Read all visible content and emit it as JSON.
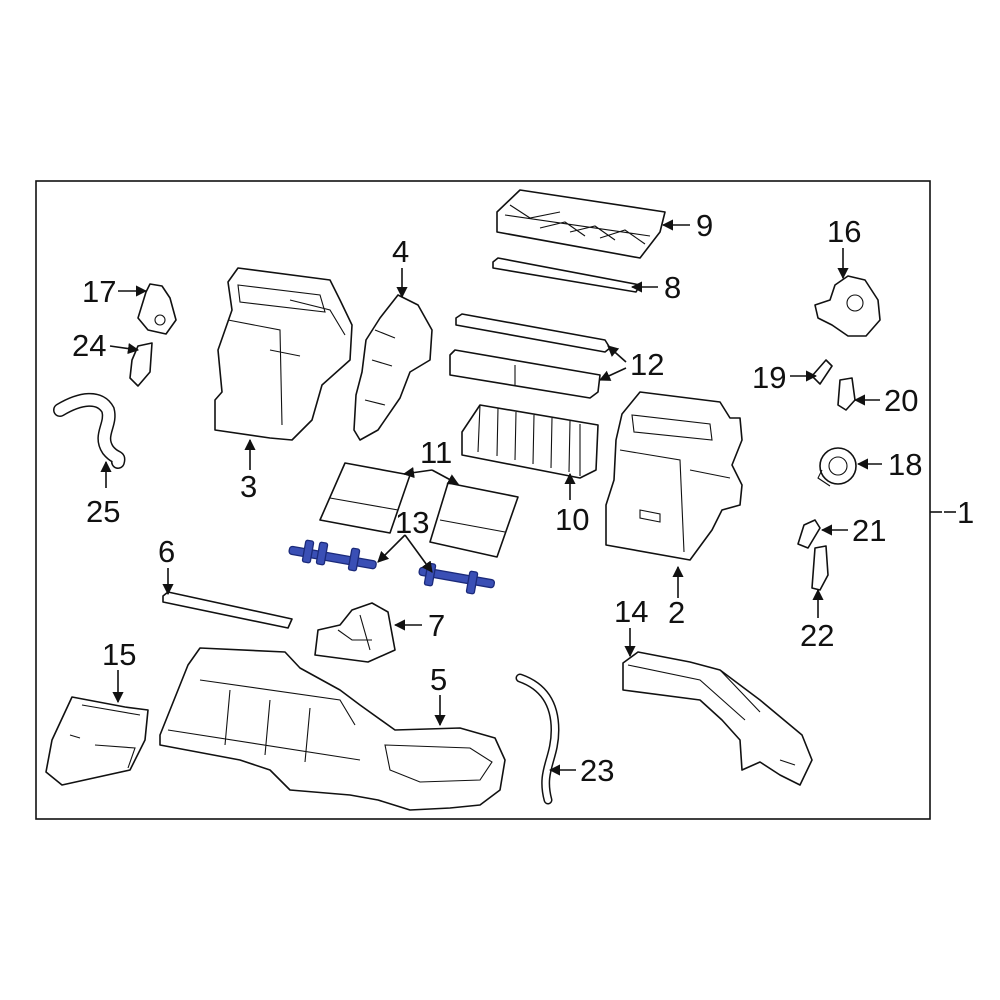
{
  "diagram": {
    "highlight_color": "#3a4fb5",
    "line_color": "#111111",
    "callouts": [
      "1",
      "2",
      "3",
      "4",
      "5",
      "6",
      "7",
      "8",
      "9",
      "10",
      "11",
      "12",
      "13",
      "14",
      "15",
      "16",
      "17",
      "18",
      "19",
      "20",
      "21",
      "22",
      "23",
      "24",
      "25"
    ],
    "highlighted_part": "13"
  }
}
